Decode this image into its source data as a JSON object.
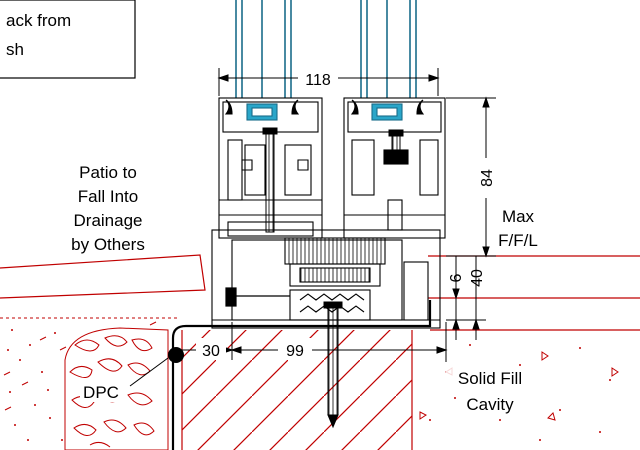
{
  "note_box": {
    "line1": "ack from",
    "line2": "sh"
  },
  "labels": {
    "patio": [
      "Patio to",
      "Fall Into",
      "Drainage",
      "by Others"
    ],
    "max_ffl": [
      "Max",
      "F/F/L"
    ],
    "dpc": "DPC",
    "solid_fill": [
      "Solid Fill",
      "Cavity"
    ]
  },
  "dimensions": {
    "overall_width": "118",
    "frame_height": "84",
    "gap": "6",
    "sill_height": "40",
    "cavity_offset": "30",
    "sill_width": "99"
  },
  "colors": {
    "line": "#000000",
    "section_red": "#c00000",
    "glass": "#1a6d8a",
    "glass_light": "#2aa6c9"
  }
}
